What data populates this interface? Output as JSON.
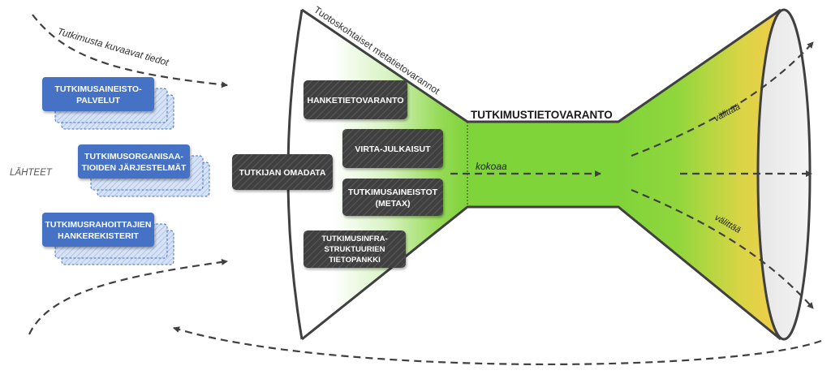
{
  "labels": {
    "describing_data": "Tutkimusta kuvaavat tiedot",
    "sources": "LÄHTEET",
    "metadata_repos": "Tuotoskohtaiset metatietovarannot",
    "central": "TUTKIMUSTIETOVARANTO",
    "collects": "kokoaa",
    "delivers_top": "välittää",
    "delivers_bottom": "välittää"
  },
  "sources": [
    {
      "line1": "TUTKIMUSAINEISTO-",
      "line2": "PALVELUT"
    },
    {
      "line1": "TUTKIMUSORGANISAA-",
      "line2": "TIOIDEN JÄRJESTELMÄT"
    },
    {
      "line1": "TUTKIMUSRAHOITTAJIEN",
      "line2": "HANKEREKISTERIT"
    }
  ],
  "repositories": {
    "researcher": "TUTKIJAN OMADATA",
    "projects": "HANKETIETOVARANTO",
    "virta": "VIRTA-JULKAISUT",
    "datasets": {
      "line1": "TUTKIMUSAINEISTOT",
      "line2": "(METAX)"
    },
    "infra": {
      "line1": "TUTKIMUSINFRA-",
      "line2": "STRUKTUURIEN",
      "line3": "TIETOPANKKI"
    }
  },
  "colors": {
    "source_blue": "#4472c4",
    "repo_dark": "#404040",
    "funnel_green": "#7fd43a",
    "funnel_yellow": "#f2cc4a",
    "arrow_gray": "#404040"
  }
}
